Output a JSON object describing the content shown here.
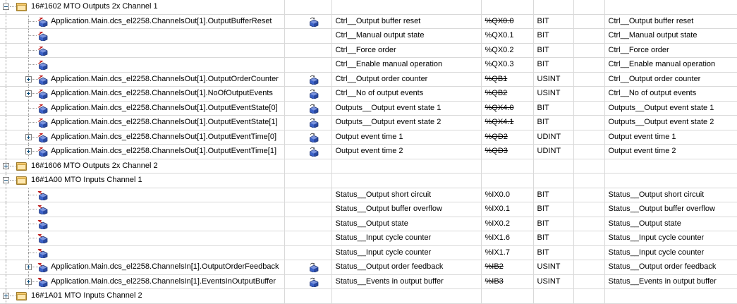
{
  "columns": {
    "variable": "",
    "mapping": "",
    "channel": "",
    "address": "",
    "type": "",
    "unit": "",
    "description": ""
  },
  "icons": {
    "folder": "folder-icon",
    "output_variable": "output-variable-icon",
    "input_variable": "input-variable-icon",
    "mapping": "mapping-cube-icon",
    "expand": "plus-box-icon",
    "collapse": "minus-box-icon"
  },
  "colors": {
    "grid_line": "#d9d9d9",
    "folder_fill": "#f6c96b",
    "cube_blue": "#3c62c8",
    "arrow_red": "#c02020",
    "text": "#000000"
  },
  "rows": [
    {
      "kind": "group",
      "level": 0,
      "twisty": "minus",
      "icon": "folder-icon",
      "variable": "16#1602 MTO Outputs 2x Channel 1",
      "mapping": "",
      "channel": "",
      "address": "",
      "address_struck": false,
      "type": "",
      "unit": "",
      "description": ""
    },
    {
      "kind": "var",
      "level": 1,
      "twisty": "none",
      "icon": "output-variable-icon",
      "variable": "Application.Main.dcs_el2258.ChannelsOut[1].OutputBufferReset",
      "mapping": "mapping-cube-icon",
      "channel": "Ctrl__Output buffer reset",
      "address": "%QX0.0",
      "address_struck": true,
      "type": "BIT",
      "unit": "",
      "description": "Ctrl__Output buffer reset"
    },
    {
      "kind": "var",
      "level": 1,
      "twisty": "none",
      "icon": "output-variable-icon",
      "variable": "",
      "mapping": "",
      "channel": "Ctrl__Manual output state",
      "address": "%QX0.1",
      "address_struck": false,
      "type": "BIT",
      "unit": "",
      "description": "Ctrl__Manual output state"
    },
    {
      "kind": "var",
      "level": 1,
      "twisty": "none",
      "icon": "output-variable-icon",
      "variable": "",
      "mapping": "",
      "channel": "Ctrl__Force order",
      "address": "%QX0.2",
      "address_struck": false,
      "type": "BIT",
      "unit": "",
      "description": "Ctrl__Force order"
    },
    {
      "kind": "var",
      "level": 1,
      "twisty": "none",
      "icon": "output-variable-icon",
      "variable": "",
      "mapping": "",
      "channel": "Ctrl__Enable manual operation",
      "address": "%QX0.3",
      "address_struck": false,
      "type": "BIT",
      "unit": "",
      "description": "Ctrl__Enable manual operation"
    },
    {
      "kind": "var",
      "level": 1,
      "twisty": "plus",
      "icon": "output-variable-icon",
      "variable": "Application.Main.dcs_el2258.ChannelsOut[1].OutputOrderCounter",
      "mapping": "mapping-cube-icon",
      "channel": "Ctrl__Output order counter",
      "address": "%QB1",
      "address_struck": true,
      "type": "USINT",
      "unit": "",
      "description": "Ctrl__Output order counter"
    },
    {
      "kind": "var",
      "level": 1,
      "twisty": "plus",
      "icon": "output-variable-icon",
      "variable": "Application.Main.dcs_el2258.ChannelsOut[1].NoOfOutputEvents",
      "mapping": "mapping-cube-icon",
      "channel": "Ctrl__No of output events",
      "address": "%QB2",
      "address_struck": true,
      "type": "USINT",
      "unit": "",
      "description": "Ctrl__No of output events"
    },
    {
      "kind": "var",
      "level": 1,
      "twisty": "none",
      "icon": "output-variable-icon",
      "variable": "Application.Main.dcs_el2258.ChannelsOut[1].OutputEventState[0]",
      "mapping": "mapping-cube-icon",
      "channel": "Outputs__Output event state 1",
      "address": "%QX4.0",
      "address_struck": true,
      "type": "BIT",
      "unit": "",
      "description": "Outputs__Output event state 1"
    },
    {
      "kind": "var",
      "level": 1,
      "twisty": "none",
      "icon": "output-variable-icon",
      "variable": "Application.Main.dcs_el2258.ChannelsOut[1].OutputEventState[1]",
      "mapping": "mapping-cube-icon",
      "channel": "Outputs__Output event state 2",
      "address": "%QX4.1",
      "address_struck": true,
      "type": "BIT",
      "unit": "",
      "description": "Outputs__Output event state 2"
    },
    {
      "kind": "var",
      "level": 1,
      "twisty": "plus",
      "icon": "output-variable-icon",
      "variable": "Application.Main.dcs_el2258.ChannelsOut[1].OutputEventTime[0]",
      "mapping": "mapping-cube-icon",
      "channel": "Output event time 1",
      "address": "%QD2",
      "address_struck": true,
      "type": "UDINT",
      "unit": "",
      "description": "Output event time 1"
    },
    {
      "kind": "var",
      "level": 1,
      "twisty": "plus",
      "icon": "output-variable-icon",
      "variable": "Application.Main.dcs_el2258.ChannelsOut[1].OutputEventTime[1]",
      "mapping": "mapping-cube-icon",
      "channel": "Output event time 2",
      "address": "%QD3",
      "address_struck": true,
      "type": "UDINT",
      "unit": "",
      "description": "Output event time 2"
    },
    {
      "kind": "group",
      "level": 0,
      "twisty": "plus",
      "icon": "folder-icon",
      "variable": "16#1606 MTO Outputs 2x Channel 2",
      "mapping": "",
      "channel": "",
      "address": "",
      "address_struck": false,
      "type": "",
      "unit": "",
      "description": ""
    },
    {
      "kind": "group",
      "level": 0,
      "twisty": "minus",
      "icon": "folder-icon",
      "variable": "16#1A00 MTO Inputs Channel 1",
      "mapping": "",
      "channel": "",
      "address": "",
      "address_struck": false,
      "type": "",
      "unit": "",
      "description": ""
    },
    {
      "kind": "var",
      "level": 1,
      "twisty": "none",
      "icon": "input-variable-icon",
      "variable": "",
      "mapping": "",
      "channel": "Status__Output short circuit",
      "address": "%IX0.0",
      "address_struck": false,
      "type": "BIT",
      "unit": "",
      "description": "Status__Output short circuit"
    },
    {
      "kind": "var",
      "level": 1,
      "twisty": "none",
      "icon": "input-variable-icon",
      "variable": "",
      "mapping": "",
      "channel": "Status__Output buffer overflow",
      "address": "%IX0.1",
      "address_struck": false,
      "type": "BIT",
      "unit": "",
      "description": "Status__Output buffer overflow"
    },
    {
      "kind": "var",
      "level": 1,
      "twisty": "none",
      "icon": "input-variable-icon",
      "variable": "",
      "mapping": "",
      "channel": "Status__Output state",
      "address": "%IX0.2",
      "address_struck": false,
      "type": "BIT",
      "unit": "",
      "description": "Status__Output state"
    },
    {
      "kind": "var",
      "level": 1,
      "twisty": "none",
      "icon": "input-variable-icon",
      "variable": "",
      "mapping": "",
      "channel": "Status__Input cycle counter",
      "address": "%IX1.6",
      "address_struck": false,
      "type": "BIT",
      "unit": "",
      "description": "Status__Input cycle counter"
    },
    {
      "kind": "var",
      "level": 1,
      "twisty": "none",
      "icon": "input-variable-icon",
      "variable": "",
      "mapping": "",
      "channel": "Status__Input cycle counter",
      "address": "%IX1.7",
      "address_struck": false,
      "type": "BIT",
      "unit": "",
      "description": "Status__Input cycle counter"
    },
    {
      "kind": "var",
      "level": 1,
      "twisty": "plus",
      "icon": "input-variable-icon",
      "variable": "Application.Main.dcs_el2258.ChannelsIn[1].OutputOrderFeedback",
      "mapping": "mapping-cube-icon",
      "channel": "Status__Output order feedback",
      "address": "%IB2",
      "address_struck": true,
      "type": "USINT",
      "unit": "",
      "description": "Status__Output order feedback"
    },
    {
      "kind": "var",
      "level": 1,
      "twisty": "plus",
      "icon": "input-variable-icon",
      "variable": "Application.Main.dcs_el2258.ChannelsIn[1].EventsInOutputBuffer",
      "mapping": "mapping-cube-icon",
      "channel": "Status__Events in output buffer",
      "address": "%IB3",
      "address_struck": true,
      "type": "USINT",
      "unit": "",
      "description": "Status__Events in output buffer"
    },
    {
      "kind": "group",
      "level": 0,
      "twisty": "plus",
      "icon": "folder-icon",
      "variable": "16#1A01 MTO Inputs Channel 2",
      "mapping": "",
      "channel": "",
      "address": "",
      "address_struck": false,
      "type": "",
      "unit": "",
      "description": ""
    }
  ]
}
